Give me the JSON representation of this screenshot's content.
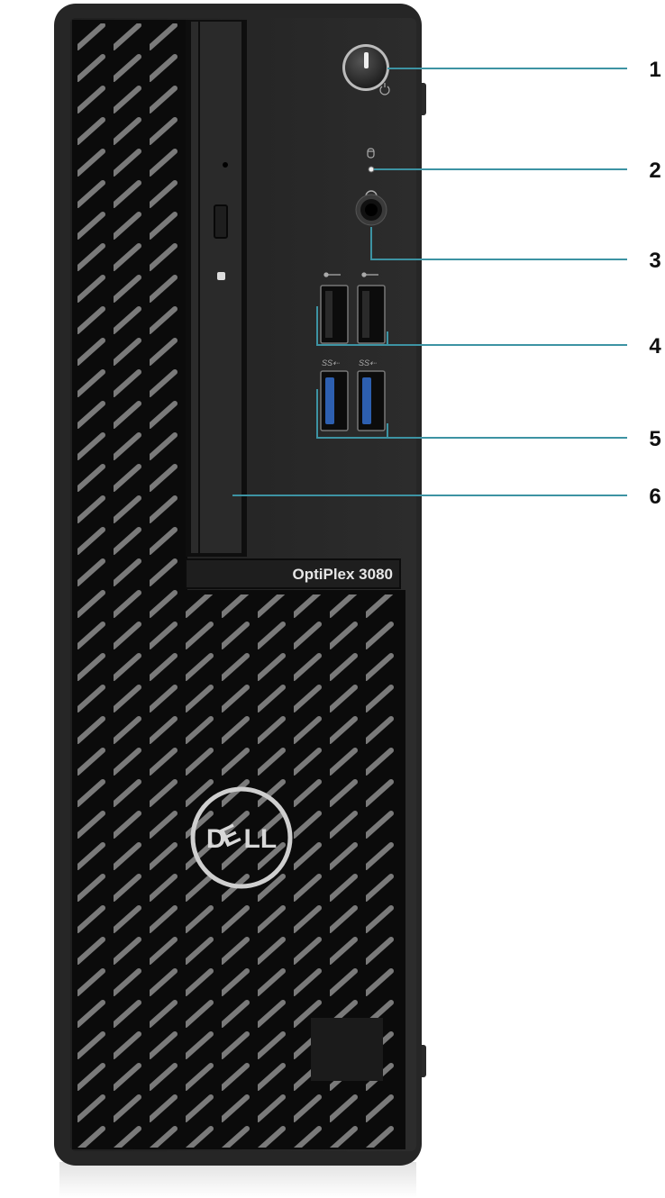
{
  "product": {
    "model_label": "OptiPlex 3080",
    "logo_text": "DELL"
  },
  "callouts": [
    {
      "number": "1",
      "target": "power-button"
    },
    {
      "number": "2",
      "target": "hard-drive-activity-light"
    },
    {
      "number": "3",
      "target": "headset-jack"
    },
    {
      "number": "4",
      "target": "usb-2-ports"
    },
    {
      "number": "5",
      "target": "usb-3-ports"
    },
    {
      "number": "6",
      "target": "optical-drive"
    }
  ],
  "colors": {
    "callout_line": "#3d93a3",
    "chassis": "#1c1c1c",
    "usb3_accent": "#2d5fb0"
  }
}
